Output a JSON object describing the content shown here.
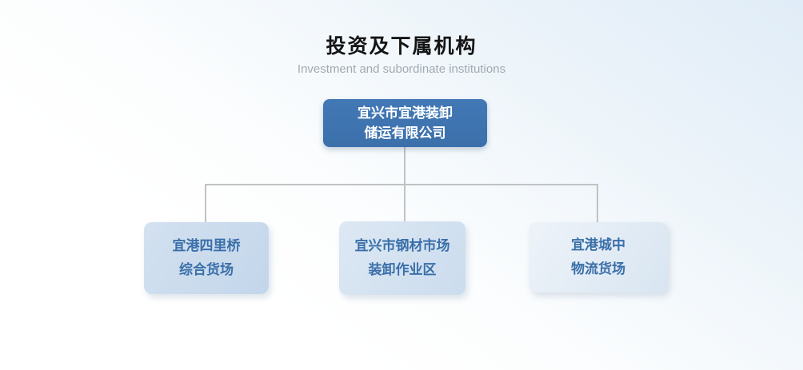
{
  "page": {
    "title": "投资及下属机构",
    "subtitle": "Investment and subordinate institutions"
  },
  "org_chart": {
    "type": "organization-tree",
    "root": {
      "name": "宜兴市宜港装卸储运有限公司",
      "line1": "宜兴市宜港装卸",
      "line2": "储运有限公司"
    },
    "children": [
      {
        "name": "宜港四里桥综合货场",
        "line1": "宜港四里桥",
        "line2": "综合货场"
      },
      {
        "name": "宜兴市钢材市场装卸作业区",
        "line1": "宜兴市钢材市场",
        "line2": "装卸作业区"
      },
      {
        "name": "宜港城中物流货场",
        "line1": "宜港城中",
        "line2": "物流货场"
      }
    ]
  },
  "colors": {
    "root_box": "#3e74b0",
    "root_text": "#ffffff",
    "child_box_1": "#c8d9eb",
    "child_box_2": "#d2e0ef",
    "child_box_3": "#e0eaf4",
    "child_text": "#3a6fa9",
    "connector": "#c0c2c4",
    "title_text": "#141414",
    "subtitle_text": "#a2aab1",
    "background_top": "#e0ecf7",
    "background_bottom": "#ffffff"
  }
}
